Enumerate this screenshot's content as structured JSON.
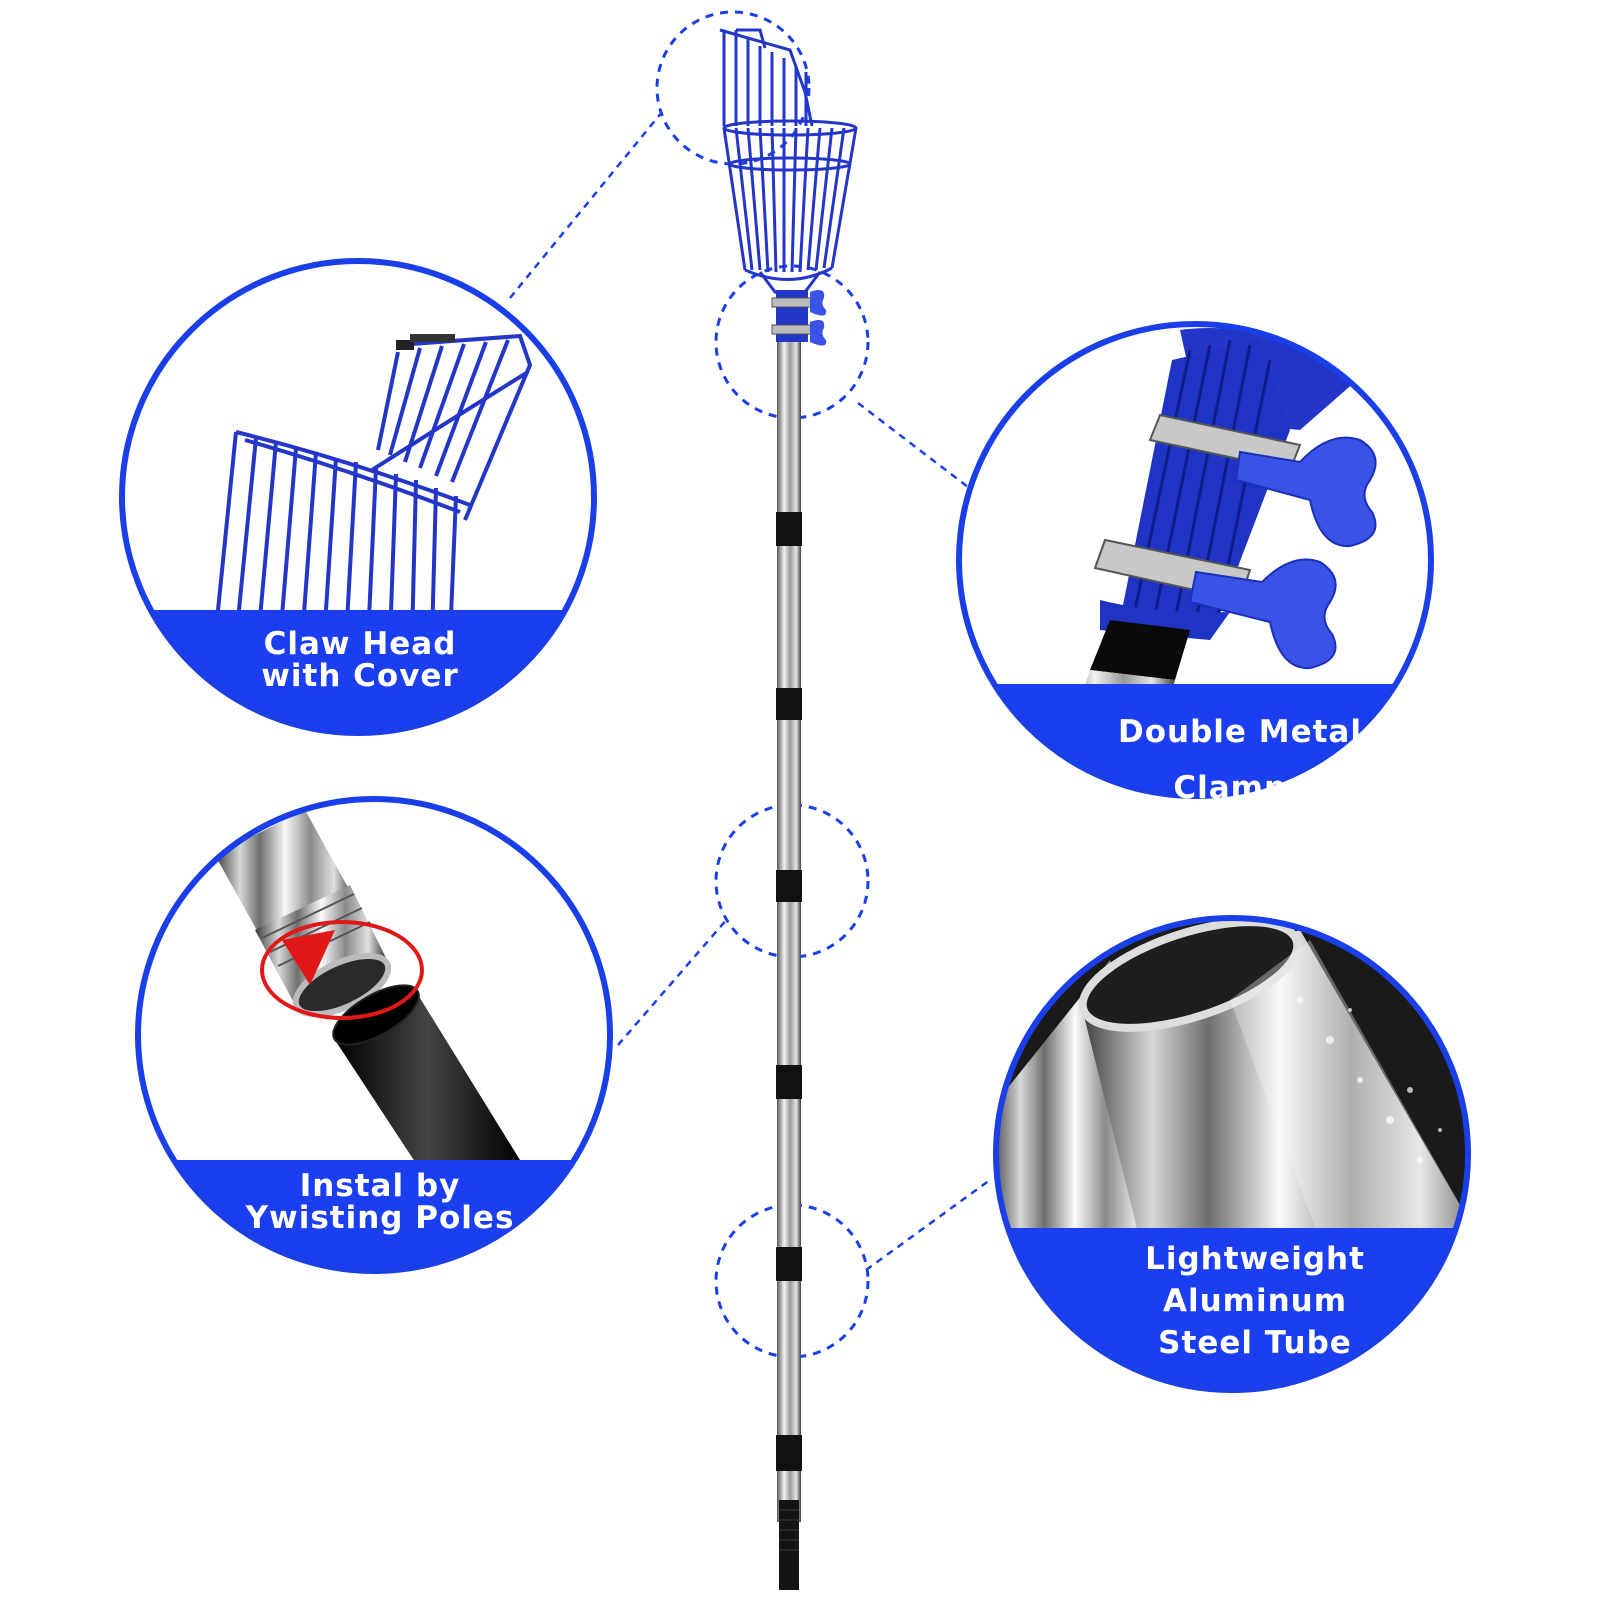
{
  "callouts": {
    "claw_head": {
      "line1": "Claw Head",
      "line2": "with Cover",
      "icon": "basket-detail-icon"
    },
    "clamps": {
      "line1": "Double Metal",
      "line2": "Clamps",
      "icon": "clamp-detail-icon"
    },
    "install": {
      "line1": "Instal by",
      "line2": "Ywisting Poles",
      "icon": "twist-connector-icon"
    },
    "tube": {
      "line1": "Lightweight",
      "line2": "Aluminum",
      "line3": "Steel Tube",
      "icon": "steel-tube-icon"
    }
  },
  "colors": {
    "brand_blue": "#1b3ff0",
    "basket_blue": "#2336c8",
    "grip_black": "#111111",
    "twist_arrow_red": "#e01818",
    "callout_ring_blue": "#1a3fe8"
  },
  "pole": {
    "segment_count": 7
  }
}
